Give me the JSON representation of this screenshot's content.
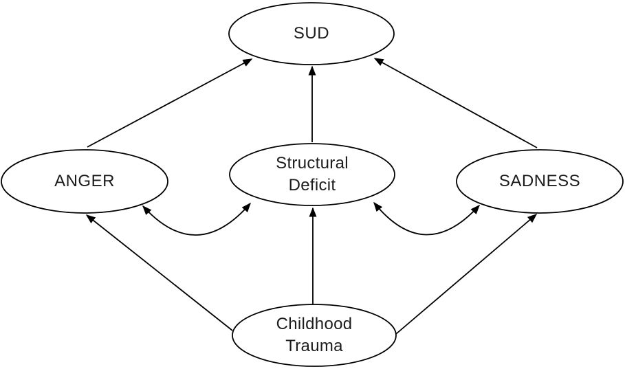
{
  "diagram": {
    "background_color": "#ffffff",
    "node_fill_color": "#ffffff",
    "node_stroke_color": "#000000",
    "text_color": "#1c1c1c",
    "nodes": [
      {
        "id": "sud",
        "label": "SUD"
      },
      {
        "id": "anger",
        "label": "ANGER"
      },
      {
        "id": "structural-deficit",
        "label": "Structural\nDeficit"
      },
      {
        "id": "sadness",
        "label": "SADNESS"
      },
      {
        "id": "childhood-trauma",
        "label": "Childhood\nTrauma"
      }
    ],
    "edges": [
      {
        "from": "anger",
        "to": "sud",
        "type": "directed"
      },
      {
        "from": "structural-deficit",
        "to": "sud",
        "type": "directed"
      },
      {
        "from": "sadness",
        "to": "sud",
        "type": "directed"
      },
      {
        "from": "structural-deficit",
        "to": "anger",
        "type": "bidirectional-curved"
      },
      {
        "from": "structural-deficit",
        "to": "sadness",
        "type": "bidirectional-curved"
      },
      {
        "from": "childhood-trauma",
        "to": "anger",
        "type": "directed"
      },
      {
        "from": "childhood-trauma",
        "to": "structural-deficit",
        "type": "directed"
      },
      {
        "from": "childhood-trauma",
        "to": "sadness",
        "type": "directed"
      }
    ]
  }
}
